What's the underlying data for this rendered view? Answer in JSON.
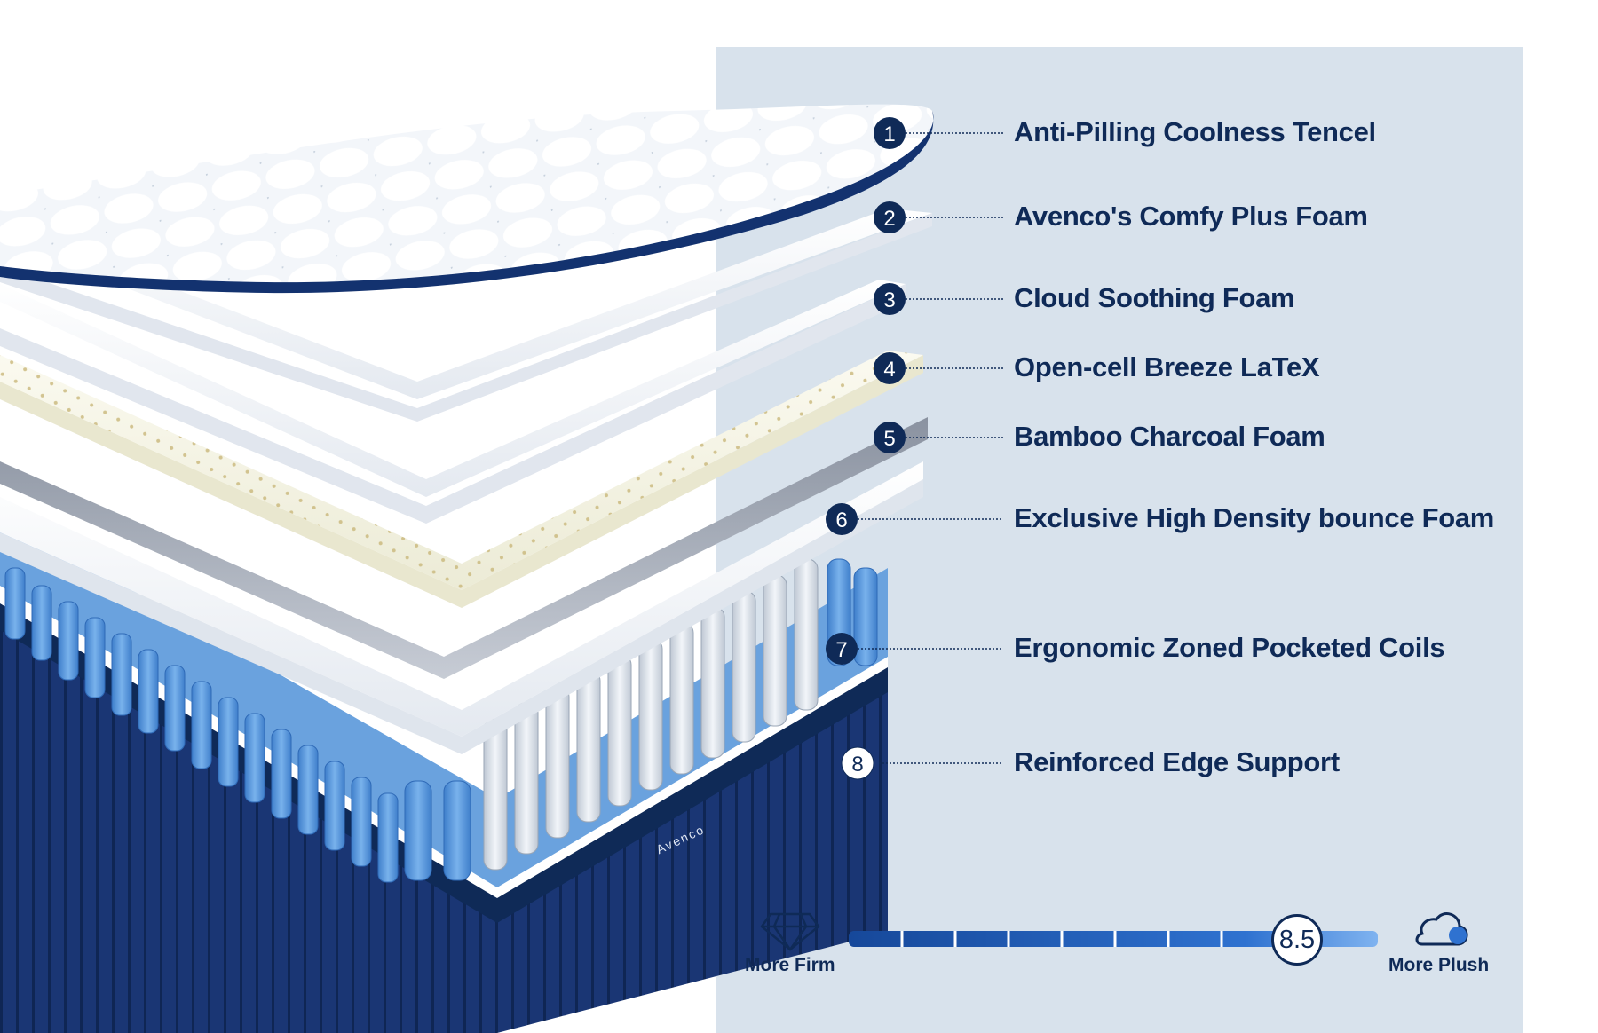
{
  "layers": [
    {
      "number": "1",
      "label": "Anti-Pilling Coolness Tencel"
    },
    {
      "number": "2",
      "label": "Avenco's Comfy Plus Foam"
    },
    {
      "number": "3",
      "label": "Cloud Soothing Foam"
    },
    {
      "number": "4",
      "label": "Open-cell Breeze LaTeX"
    },
    {
      "number": "5",
      "label": "Bamboo Charcoal Foam"
    },
    {
      "number": "6",
      "label": "Exclusive High Density bounce Foam"
    },
    {
      "number": "7",
      "label": "Ergonomic Zoned Pocketed Coils"
    },
    {
      "number": "8",
      "label": "Reinforced Edge Support"
    }
  ],
  "firmness": {
    "left_label": "More Firm",
    "right_label": "More Plush",
    "rating": "8.5",
    "segments_filled": 8,
    "left_icon": "diamond-icon",
    "right_icon": "cloud-icon"
  },
  "brand": "Avenco",
  "colors": {
    "panel": "#d8e2ec",
    "navy": "#0f2a57",
    "coil_blue": "#5b9be0",
    "bar_blue": "#1f5fbf"
  }
}
